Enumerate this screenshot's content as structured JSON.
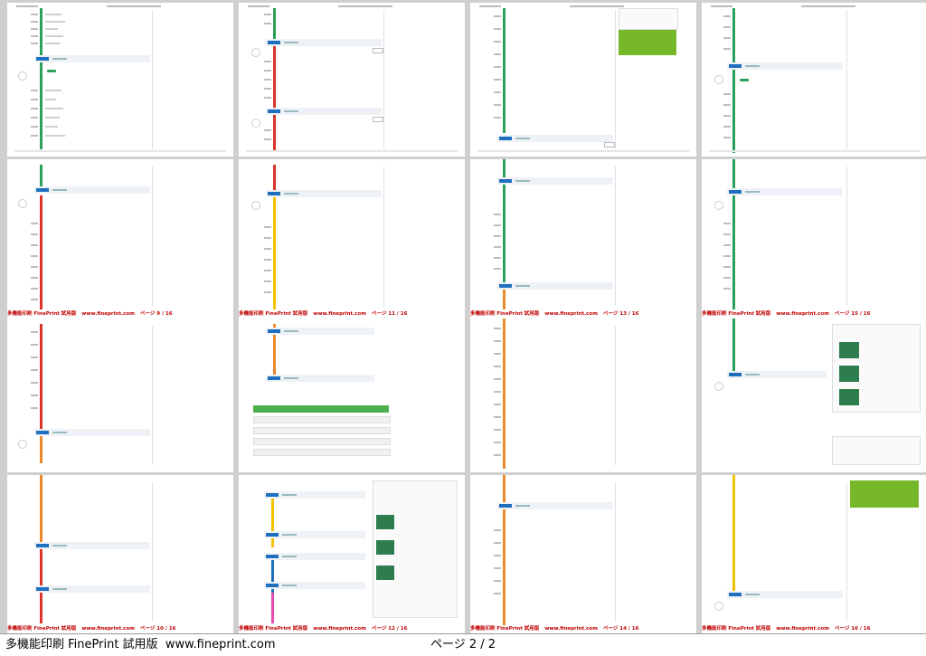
{
  "footer": {
    "product": "多機能印刷 FinePrint 試用版",
    "site": "www.fineprint.com",
    "page_label": "ページ 2 / 2"
  },
  "strips": [
    {
      "product": "多機能印刷 FinePrint 試用版",
      "site": "www.fineprint.com",
      "page": "ページ 9 / 16"
    },
    {
      "product": "多機能印刷 FinePrint 試用版",
      "site": "www.fineprint.com",
      "page": "ページ 11 / 16"
    },
    {
      "product": "多機能印刷 FinePrint 試用版",
      "site": "www.fineprint.com",
      "page": "ページ 13 / 16"
    },
    {
      "product": "多機能印刷 FinePrint 試用版",
      "site": "www.fineprint.com",
      "page": "ページ 15 / 16"
    },
    {
      "product": "多機能印刷 FinePrint 試用版",
      "site": "www.fineprint.com",
      "page": "ページ 10 / 16"
    },
    {
      "product": "多機能印刷 FinePrint 試用版",
      "site": "www.fineprint.com",
      "page": "ページ 12 / 16"
    },
    {
      "product": "多機能印刷 FinePrint 試用版",
      "site": "www.fineprint.com",
      "page": "ページ 14 / 16"
    },
    {
      "product": "多機能印刷 FinePrint 試用版",
      "site": "www.fineprint.com",
      "page": "ページ 16 / 16"
    }
  ],
  "colors": {
    "watermark_red": "#c00000",
    "rail_green": "#2aa05a",
    "rail_red": "#d9352a",
    "rail_orange": "#e8892b",
    "rail_blue": "#1f6fbf",
    "station_blue": "#1f6fbf",
    "ad_green": "#76b82a"
  }
}
